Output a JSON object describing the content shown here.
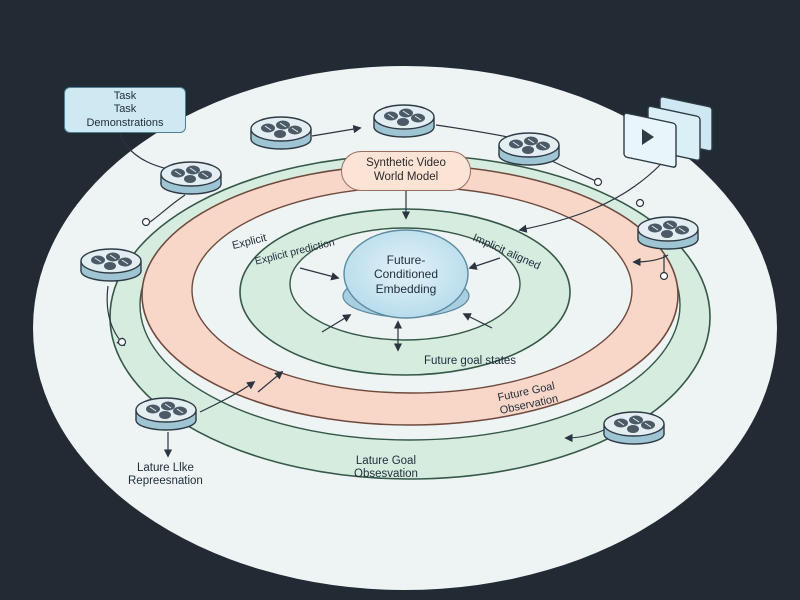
{
  "task_box": {
    "line1": "Task",
    "line2": "Task",
    "line3": "Demonstrations"
  },
  "world_model": {
    "line1": "Synthetic Video",
    "line2": "World Model"
  },
  "center": {
    "line1": "Future-",
    "line2": "Conditioned",
    "line3": "Embedding"
  },
  "ring_labels": {
    "explicit": "Explicit",
    "explicit_prediction": "Explicit prediction",
    "implicit": "Implicit aligned",
    "future_goal_states": "Future goal states",
    "future_goal_observation_a1": "Future Goal",
    "future_goal_observation_a2": "Observation",
    "future_goal_observation_b1": "Lature Goal",
    "future_goal_observation_b2": "Obsesvation",
    "latent_rep1": "Lature Llke",
    "latent_rep2": "Repreesnation"
  },
  "colors": {
    "background": "#222a33",
    "outer_ellipse": "#eef3f4",
    "ring_green": "#d6ecdf",
    "ring_salmon": "#f8d7c8",
    "center_blue": "#cfe6f2",
    "task_box": "#cfe9f2",
    "world_box": "#fbe3d6"
  },
  "icons": [
    "film-reel-icon",
    "video-frames-icon"
  ]
}
